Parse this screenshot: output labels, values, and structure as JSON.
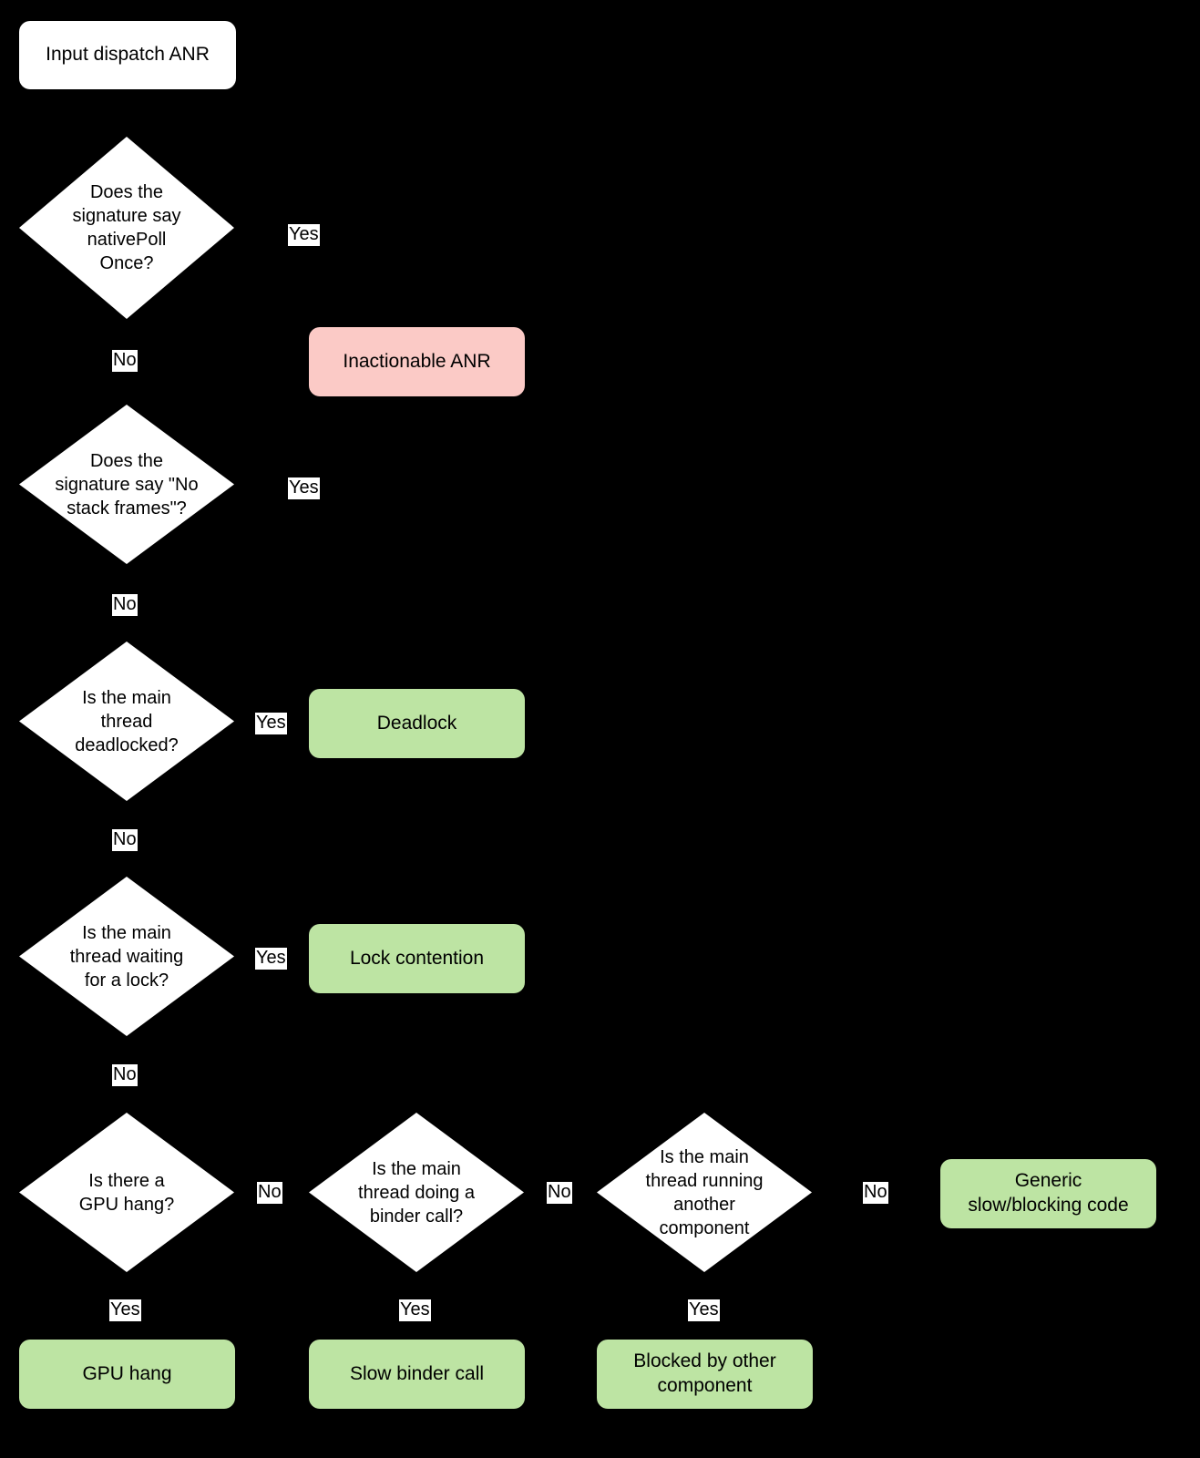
{
  "diagram": {
    "title": "Input dispatch ANR triage flowchart",
    "background_color": "#000000",
    "colors": {
      "start_fill": "#ffffff",
      "decision_fill": "#ffffff",
      "terminal_bad_fill": "#fbcac6",
      "terminal_good_fill": "#bde4a3",
      "text": "#000000",
      "edge_label_fill": "#ffffff"
    }
  },
  "nodes": {
    "start": {
      "label": "Input dispatch ANR"
    },
    "d1": {
      "line1": "Does the",
      "line2": "signature say",
      "line3": "nativePoll",
      "line4": "Once?"
    },
    "d2": {
      "line1": "Does the",
      "line2": "signature say \"No",
      "line3": "stack frames\"?"
    },
    "d3": {
      "line1": "Is the main",
      "line2": "thread",
      "line3": "deadlocked?"
    },
    "d4": {
      "line1": "Is the main",
      "line2": "thread waiting",
      "line3": "for a lock?"
    },
    "d5": {
      "line1": "Is there a",
      "line2": "GPU hang?"
    },
    "d6": {
      "line1": "Is the main",
      "line2": "thread doing a",
      "line3": "binder call?"
    },
    "d7": {
      "line1": "Is the main",
      "line2": "thread running",
      "line3": "another",
      "line4": "component"
    },
    "t_inactionable": {
      "label": "Inactionable ANR"
    },
    "t_deadlock": {
      "label": "Deadlock"
    },
    "t_lock_contention": {
      "label": "Lock contention"
    },
    "t_generic": {
      "line1": "Generic",
      "line2": "slow/blocking code"
    },
    "t_gpu_hang": {
      "label": "GPU hang"
    },
    "t_slow_binder": {
      "label": "Slow binder call"
    },
    "t_blocked_component": {
      "line1": "Blocked by other",
      "line2": "component"
    }
  },
  "edge_labels": {
    "d1_yes": "Yes",
    "d1_no": "No",
    "d2_yes": "Yes",
    "d2_no": "No",
    "d3_yes": "Yes",
    "d3_no": "No",
    "d4_yes": "Yes",
    "d4_no": "No",
    "d5_no": "No",
    "d5_yes": "Yes",
    "d6_no": "No",
    "d6_yes": "Yes",
    "d7_no": "No",
    "d7_yes": "Yes"
  }
}
